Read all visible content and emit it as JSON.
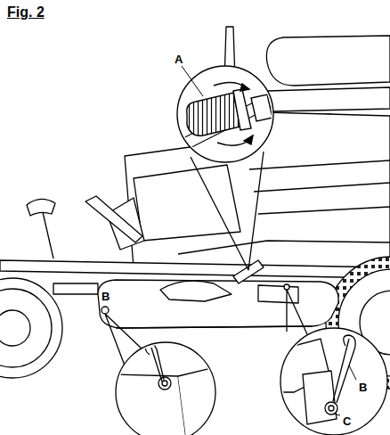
{
  "diagram": {
    "title": "Fig. 2",
    "labels": [
      "A",
      "B",
      "B",
      "C"
    ]
  }
}
